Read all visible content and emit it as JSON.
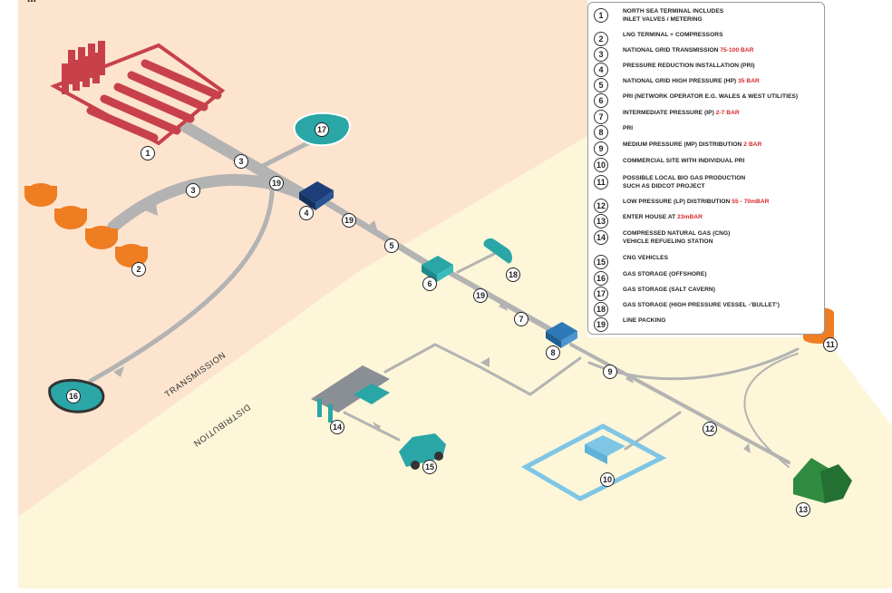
{
  "title_fragment": "...",
  "zones": {
    "transmission": "TRANSMISSION",
    "distribution": "DISTRIBUTION"
  },
  "legend": [
    {
      "num": "1",
      "lines": [
        "NORTH SEA TERMINAL INCLUDES",
        "INLET VALVES / METERING"
      ],
      "hl": ""
    },
    {
      "num": "2",
      "lines": [
        "LNG TERMINAL + COMPRESSORS"
      ],
      "hl": ""
    },
    {
      "num": "3",
      "lines": [
        "NATIONAL GRID TRANSMISSION "
      ],
      "hl": "75-100 BAR"
    },
    {
      "num": "4",
      "lines": [
        "PRESSURE REDUCTION INSTALLATION (PRI)"
      ],
      "hl": ""
    },
    {
      "num": "5",
      "lines": [
        "NATIONAL GRID HIGH PRESSURE (HP) "
      ],
      "hl": "35 BAR"
    },
    {
      "num": "6",
      "lines": [
        "PRI (NETWORK OPERATOR E.G. WALES & WEST UTILITIES)"
      ],
      "hl": ""
    },
    {
      "num": "7",
      "lines": [
        "INTERMEDIATE PRESSURE (IP) "
      ],
      "hl": "2-7 BAR"
    },
    {
      "num": "8",
      "lines": [
        "PRI"
      ],
      "hl": ""
    },
    {
      "num": "9",
      "lines": [
        "MEDIUM PRESSURE (MP) DISTRIBUTION "
      ],
      "hl": "2 BAR"
    },
    {
      "num": "10",
      "lines": [
        "COMMERCIAL SITE WITH INDIVIDUAL PRI"
      ],
      "hl": ""
    },
    {
      "num": "11",
      "lines": [
        "POSSIBLE LOCAL BIO GAS PRODUCTION",
        "SUCH AS DIDCOT PROJECT"
      ],
      "hl": ""
    },
    {
      "num": "12",
      "lines": [
        "LOW PRESSURE (LP) DISTRIBUTION "
      ],
      "hl": "55 - 70mBAR"
    },
    {
      "num": "13",
      "lines": [
        "ENTER HOUSE AT "
      ],
      "hl": "23mBAR"
    },
    {
      "num": "14",
      "lines": [
        "COMPRESSED NATURAL GAS (CNG)",
        "VEHICLE REFUELING STATION"
      ],
      "hl": ""
    },
    {
      "num": "15",
      "lines": [
        "CNG VEHICLES"
      ],
      "hl": ""
    },
    {
      "num": "16",
      "lines": [
        "GAS STORAGE (OFFSHORE)"
      ],
      "hl": ""
    },
    {
      "num": "17",
      "lines": [
        "GAS STORAGE (SALT CAVERN)"
      ],
      "hl": ""
    },
    {
      "num": "18",
      "lines": [
        "GAS STORAGE (HIGH PRESSURE VESSEL -’BULLET’)"
      ],
      "hl": ""
    },
    {
      "num": "19",
      "lines": [
        "LINE PACKING"
      ],
      "hl": ""
    }
  ],
  "callouts": [
    "1",
    "2",
    "3",
    "3",
    "4",
    "5",
    "6",
    "7",
    "8",
    "9",
    "10",
    "11",
    "12",
    "13",
    "14",
    "15",
    "16",
    "17",
    "18",
    "19",
    "19",
    "19"
  ],
  "colors": {
    "transmission_zone": "#fce4cf",
    "distribution_zone": "#fdf6d8",
    "pipe": "#b3b3b3",
    "terminal_red": "#c8414a",
    "lng_orange": "#ef7d22",
    "pri_dark_blue": "#1c3f7a",
    "pri_blue": "#2e7ab8",
    "teal": "#2aa6a6",
    "house_green": "#2e8b3f",
    "commercial_light_blue": "#7fc6e6"
  }
}
